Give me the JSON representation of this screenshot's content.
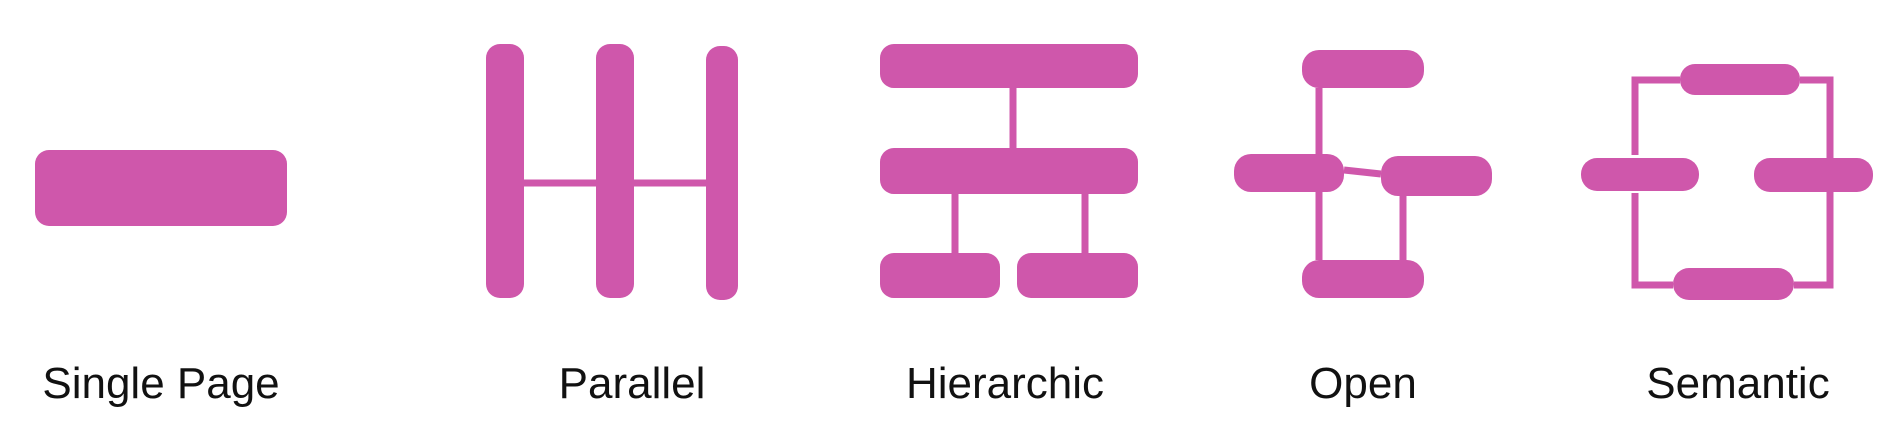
{
  "colors": {
    "shape": "#CF57AB",
    "text": "#111111",
    "background": "#FFFFFF"
  },
  "structures": [
    {
      "id": "single-page",
      "label": "Single Page"
    },
    {
      "id": "parallel",
      "label": "Parallel"
    },
    {
      "id": "hierarchic",
      "label": "Hierarchic"
    },
    {
      "id": "open",
      "label": "Open"
    },
    {
      "id": "semantic",
      "label": "Semantic"
    }
  ]
}
